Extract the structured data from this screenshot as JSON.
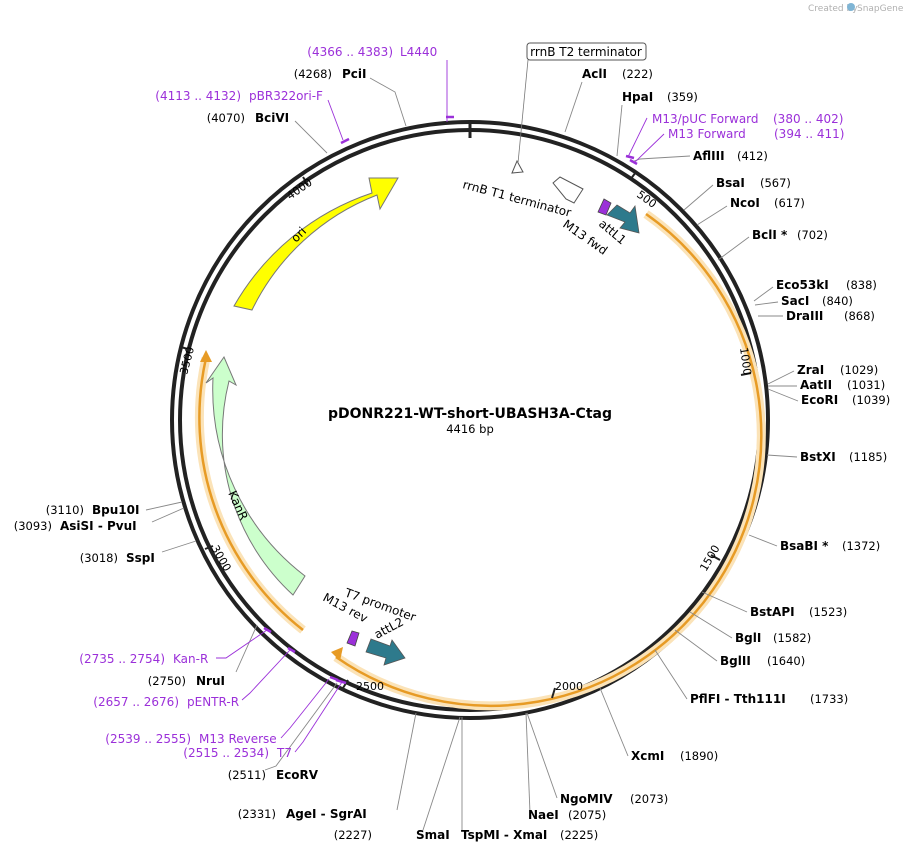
{
  "watermark": "Created by",
  "watermark_brand": "SnapGene",
  "plasmid": {
    "name": "pDONR221-WT-short-UBASH3A-Ctag",
    "length_label": "4416 bp",
    "length": 4416
  },
  "colors": {
    "primer": "#9b30d9",
    "ori": "#ffff00",
    "kanR": "#ccffcc",
    "att": "#2e7a8c",
    "orf": "#f5a623"
  },
  "enzymes": [
    {
      "name": "AclI",
      "pos": "(222)"
    },
    {
      "name": "HpaI",
      "pos": "(359)"
    },
    {
      "name": "AflIII",
      "pos": "(412)"
    },
    {
      "name": "BsaI",
      "pos": "(567)"
    },
    {
      "name": "NcoI",
      "pos": "(617)"
    },
    {
      "name": "BclI *",
      "pos": "(702)"
    },
    {
      "name": "Eco53kI",
      "pos": "(838)"
    },
    {
      "name": "SacI",
      "pos": "(840)"
    },
    {
      "name": "DraIII",
      "pos": "(868)"
    },
    {
      "name": "ZraI",
      "pos": "(1029)"
    },
    {
      "name": "AatII",
      "pos": "(1031)"
    },
    {
      "name": "EcoRI",
      "pos": "(1039)"
    },
    {
      "name": "BstXI",
      "pos": "(1185)"
    },
    {
      "name": "BsaBI *",
      "pos": "(1372)"
    },
    {
      "name": "BstAPI",
      "pos": "(1523)"
    },
    {
      "name": "BglI",
      "pos": "(1582)"
    },
    {
      "name": "BglII",
      "pos": "(1640)"
    },
    {
      "name": "PflFI",
      "sep": "-",
      "name2": "Tth111I",
      "pos": "(1733)"
    },
    {
      "name": "XcmI",
      "pos": "(1890)"
    },
    {
      "name": "NgoMIV",
      "pos": "(2073)"
    },
    {
      "name": "NaeI",
      "pos": "(2075)"
    },
    {
      "name": "TspMI",
      "sep": "-",
      "name2": "XmaI",
      "pos": "(2225)"
    },
    {
      "name": "SmaI",
      "pos": "(2227)"
    },
    {
      "name": "AgeI",
      "sep": "-",
      "name2": "SgrAI",
      "pos": "(2331)"
    },
    {
      "name": "EcoRV",
      "pos": "(2511)"
    },
    {
      "name": "NruI",
      "pos": "(2750)"
    },
    {
      "name": "SspI",
      "pos": "(3018)"
    },
    {
      "name": "AsiSI",
      "sep": "-",
      "name2": "PvuI",
      "pos": "(3093)"
    },
    {
      "name": "Bpu10I",
      "pos": "(3110)"
    },
    {
      "name": "BciVI",
      "pos": "(4070)"
    },
    {
      "name": "PciI",
      "pos": "(4268)"
    }
  ],
  "primers": [
    {
      "name": "L4440",
      "pos": "(4366 .. 4383)"
    },
    {
      "name": "pBR322ori-F",
      "pos": "(4113 .. 4132)"
    },
    {
      "name": "M13/pUC Forward",
      "pos": "(380 .. 402)"
    },
    {
      "name": "M13 Forward",
      "pos": "(394 .. 411)"
    },
    {
      "name": "Kan-R",
      "pos": "(2735 .. 2754)"
    },
    {
      "name": "pENTR-R",
      "pos": "(2657 .. 2676)"
    },
    {
      "name": "M13 Reverse",
      "pos": "(2539 .. 2555)"
    },
    {
      "name": "T7",
      "pos": "(2515 .. 2534)"
    }
  ],
  "features": {
    "rrnB_T2": "rrnB T2 terminator",
    "rrnB_T1": "rrnB T1 terminator",
    "attL1": "attL1",
    "M13fwd": "M13 fwd",
    "ori": "ori",
    "KanR": "KanR",
    "T7promoter": "T7 promoter",
    "M13rev": "M13 rev",
    "attL2": "attL2"
  },
  "ticks": [
    "500",
    "1000",
    "1500",
    "2000",
    "2500",
    "3000",
    "3500",
    "4000"
  ]
}
